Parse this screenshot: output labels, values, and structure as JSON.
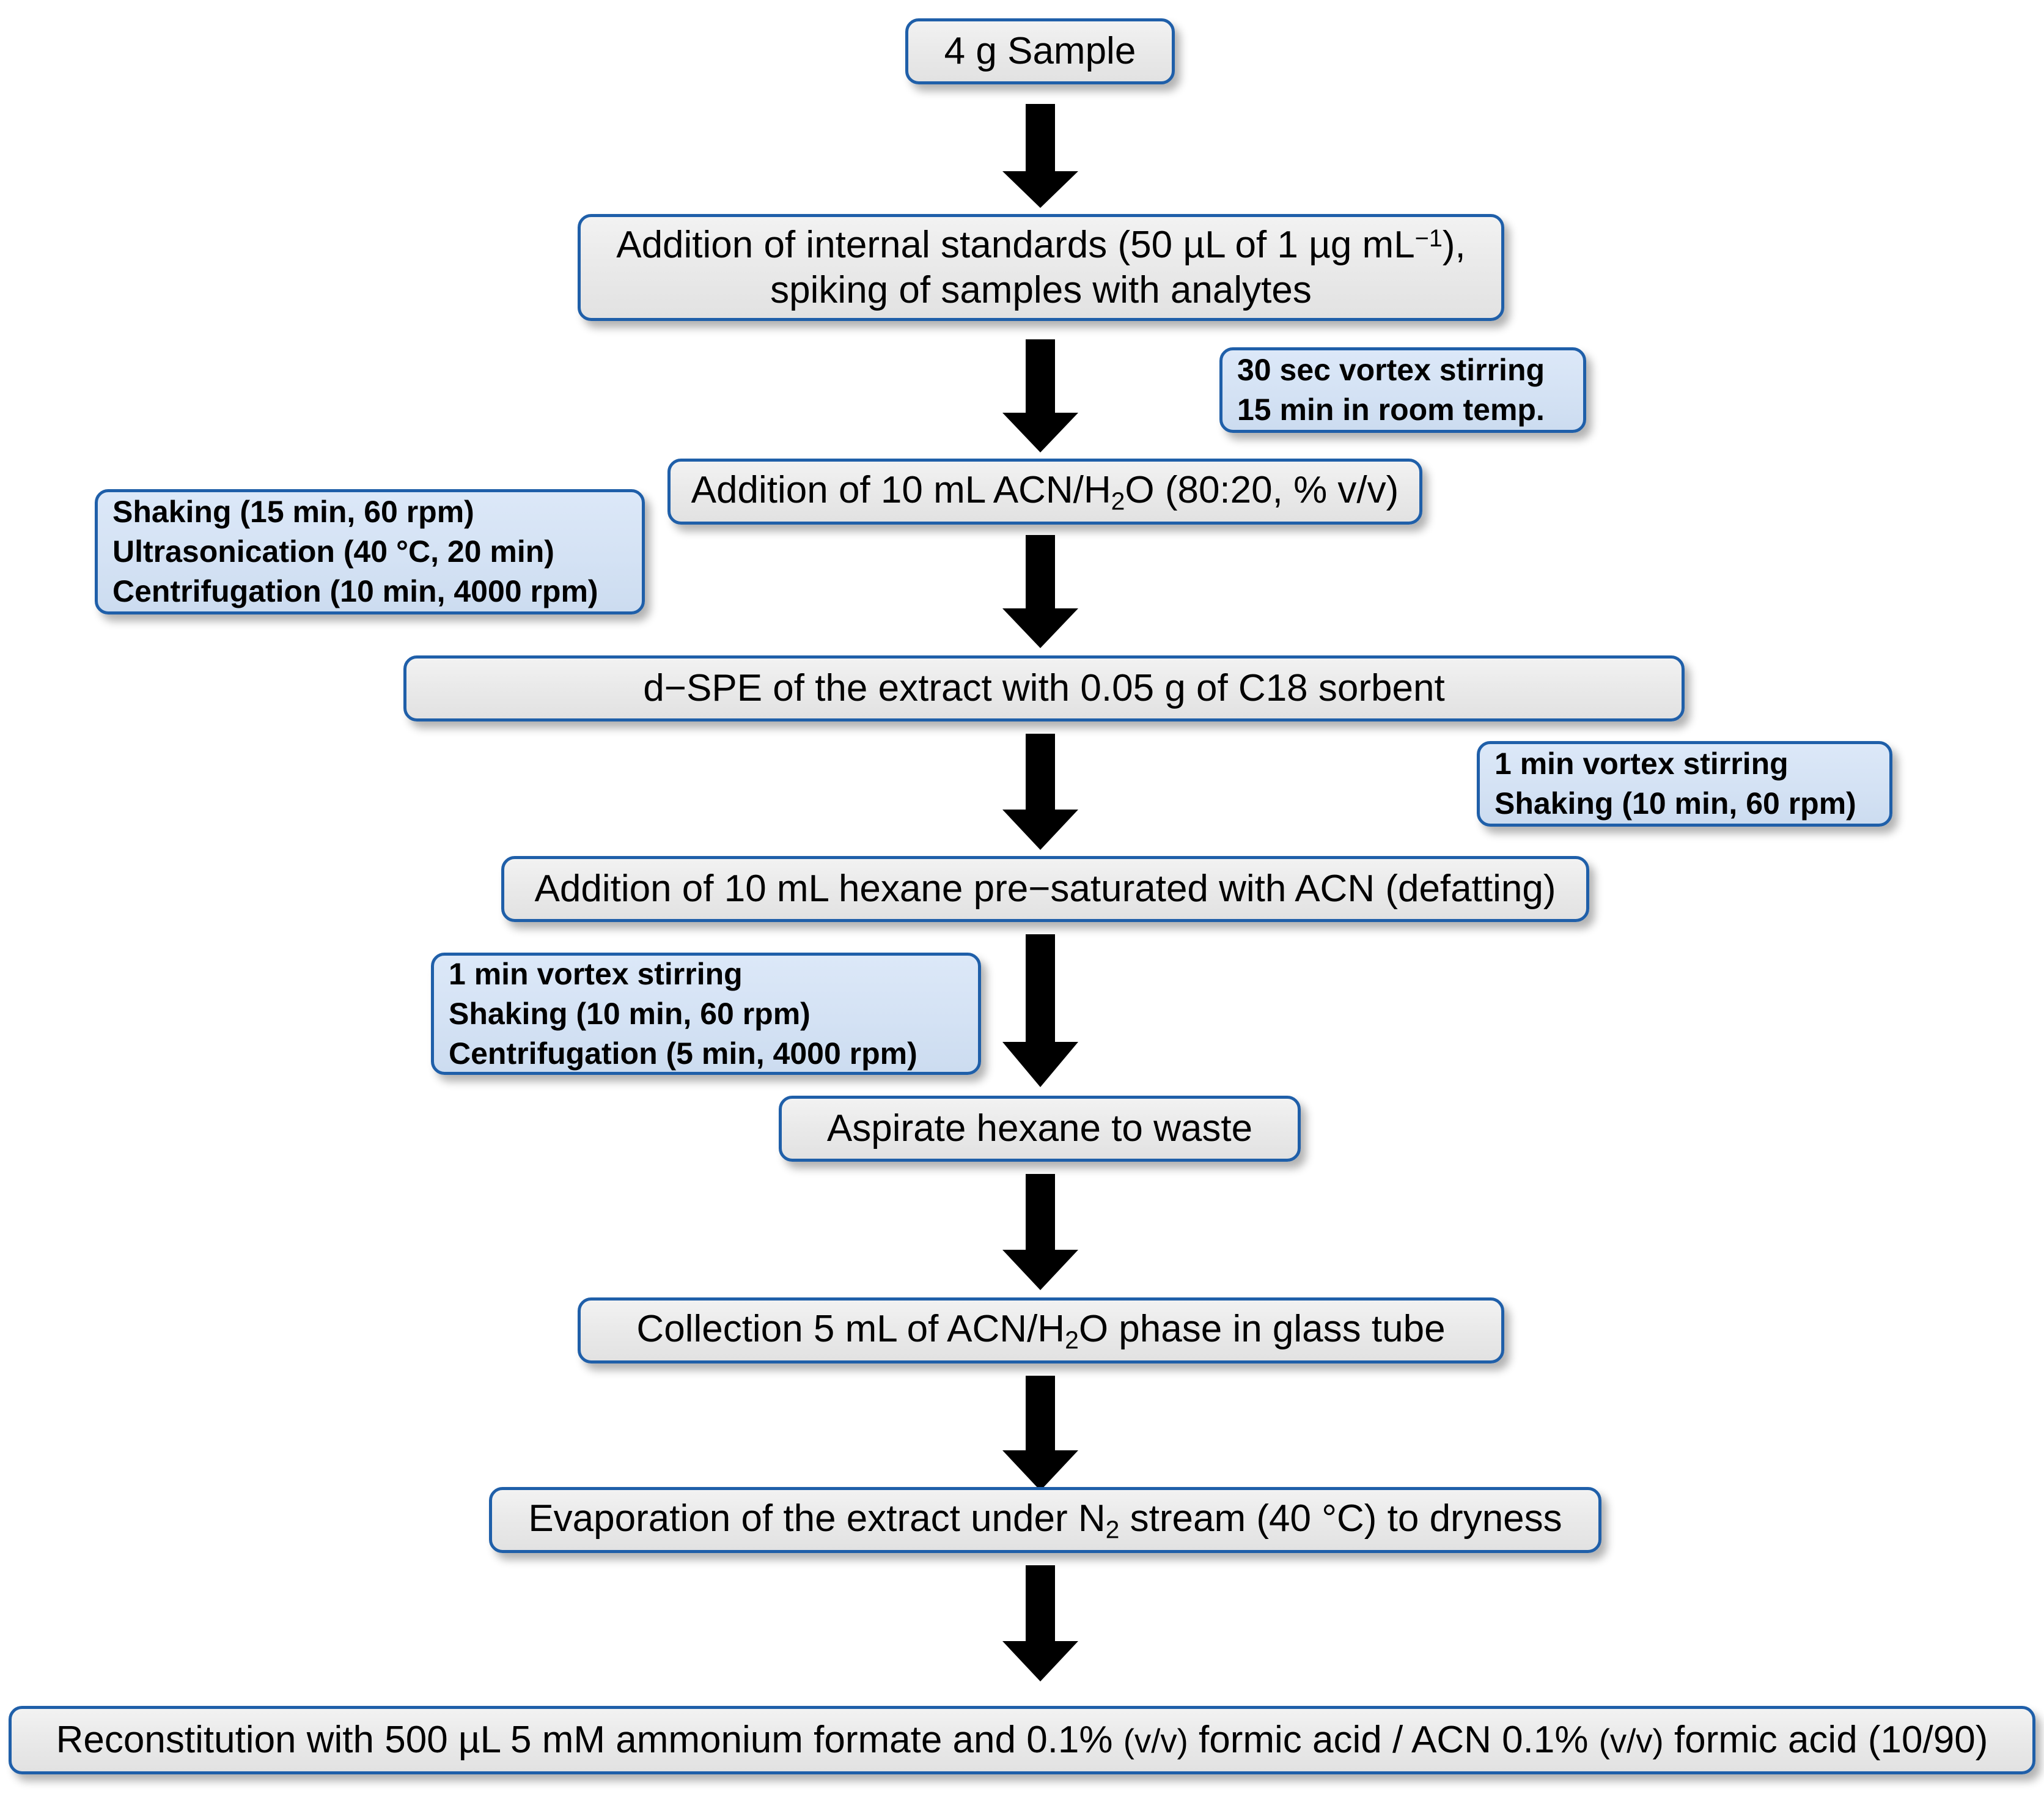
{
  "diagram": {
    "title": "Sample preparation workflow flowchart",
    "colors": {
      "node_border": "#1F5FA9",
      "node_fill": "#EAEAEA",
      "note_border": "#1F5FA9",
      "note_fill": "#D4E2F4",
      "arrow": "#000000",
      "text": "#000000",
      "background": "#FFFFFF"
    },
    "nodes": [
      {
        "id": "sample",
        "text": "4 g Sample"
      },
      {
        "id": "standards",
        "line1": "Addition of  internal standards (50 µL of 1 µg mL",
        "sup": "−1",
        "line1_end": "),",
        "line2": "spiking of samples with analytes"
      },
      {
        "id": "acn",
        "pre": "Addition of 10 mL ACN/H",
        "sub": "2",
        "post": "O (80:20, % v/v)"
      },
      {
        "id": "dspe",
        "text": "d−SPE of the extract with 0.05 g of C18 sorbent"
      },
      {
        "id": "hexane",
        "text": "Addition of 10 mL hexane pre−saturated with ACN (defatting)"
      },
      {
        "id": "aspirate",
        "text": "Aspirate hexane to waste"
      },
      {
        "id": "collection",
        "pre": "Collection 5 mL of ACN/H",
        "sub": "2",
        "post": "O phase in glass tube"
      },
      {
        "id": "evaporation",
        "pre": "Evaporation of the extract under N",
        "sub": "2",
        "post": " stream (40 °C) to dryness"
      },
      {
        "id": "reconstitution",
        "pre": "Reconstitution with 500 µL 5 mM ammonium formate and 0.1% ",
        "vv1": "(v/v)",
        "mid": " formic acid / ACN 0.1% ",
        "vv2": "(v/v)",
        "post": " formic acid (10/90)"
      }
    ],
    "notes": [
      {
        "id": "note-vortex-room",
        "lines": [
          "30 sec vortex stirring",
          "15 min in  room temp."
        ]
      },
      {
        "id": "note-shaking-left",
        "lines": [
          "Shaking (15 min, 60 rpm)",
          "Ultrasonication (40 °C, 20 min)",
          "Centrifugation (10 min, 4000 rpm)"
        ]
      },
      {
        "id": "note-vortex-shake",
        "lines": [
          "1 min vortex stirring",
          "Shaking (10 min, 60 rpm)"
        ]
      },
      {
        "id": "note-vortex-shake-centri",
        "lines": [
          "1 min vortex stirring",
          "Shaking (10 min, 60 rpm)",
          "Centrifugation (5 min, 4000 rpm)"
        ]
      }
    ],
    "arrows": [
      {
        "id": "arrow-1",
        "from": "sample",
        "to": "standards"
      },
      {
        "id": "arrow-2",
        "from": "standards",
        "to": "acn"
      },
      {
        "id": "arrow-3",
        "from": "acn",
        "to": "dspe"
      },
      {
        "id": "arrow-4",
        "from": "dspe",
        "to": "hexane"
      },
      {
        "id": "arrow-5",
        "from": "hexane",
        "to": "aspirate"
      },
      {
        "id": "arrow-6",
        "from": "aspirate",
        "to": "collection"
      },
      {
        "id": "arrow-7",
        "from": "collection",
        "to": "evaporation"
      },
      {
        "id": "arrow-8",
        "from": "evaporation",
        "to": "reconstitution"
      }
    ]
  }
}
